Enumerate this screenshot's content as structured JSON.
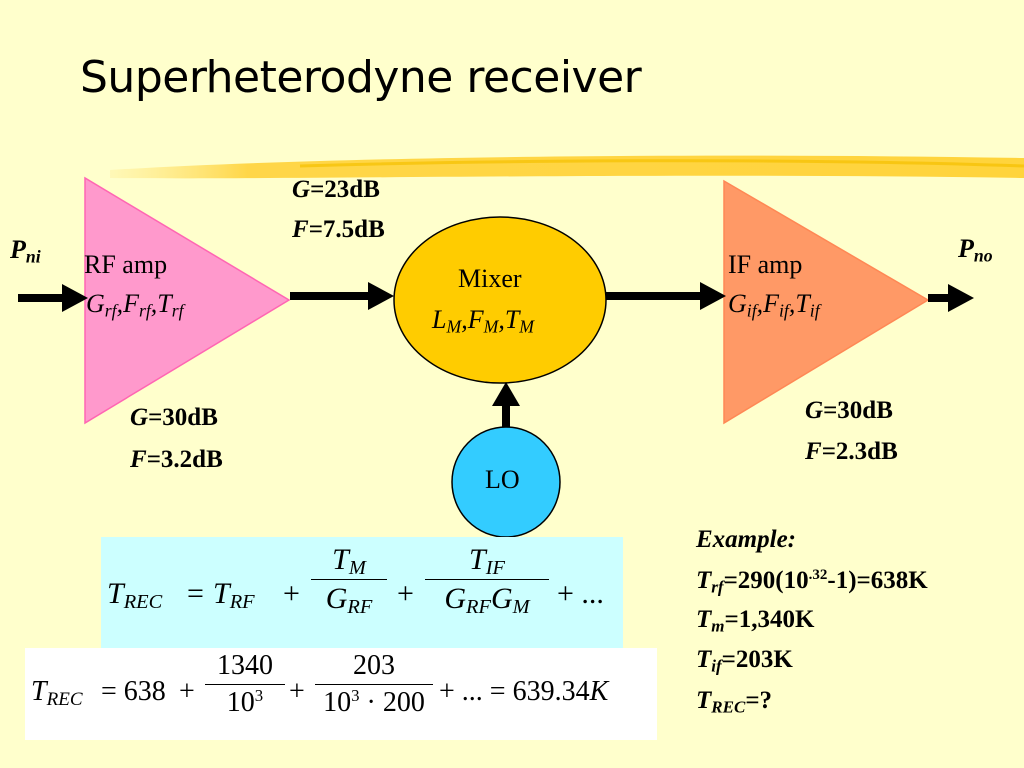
{
  "title": "Superheterodyne receiver",
  "input_label": {
    "main": "P",
    "sub": "ni"
  },
  "output_label": {
    "main": "P",
    "sub": "no"
  },
  "rf_amp": {
    "name": "RF amp",
    "params": {
      "g": "G",
      "g_sub": "rf",
      "f": "F",
      "f_sub": "rf",
      "t": "T",
      "t_sub": "rf"
    },
    "gain": {
      "sym": "G",
      "val": "=30dB"
    },
    "noise": {
      "sym": "F",
      "val": "=3.2dB"
    },
    "color": "#ff99cc"
  },
  "mixer": {
    "name": "Mixer",
    "params": {
      "l": "L",
      "l_sub": "M",
      "f": "F",
      "f_sub": "M",
      "t": "T",
      "t_sub": "M"
    },
    "gain": {
      "sym": "G",
      "val": "=23dB"
    },
    "noise": {
      "sym": "F",
      "val": "=7.5dB"
    },
    "color": "#ffcc00"
  },
  "if_amp": {
    "name": "IF amp",
    "params": {
      "g": "G",
      "g_sub": "if",
      "f": "F",
      "f_sub": "if",
      "t": "T",
      "t_sub": "if"
    },
    "gain": {
      "sym": "G",
      "val": "=30dB"
    },
    "noise": {
      "sym": "F",
      "val": "=2.3dB"
    },
    "color": "#ff9966"
  },
  "lo": {
    "name": "LO",
    "color": "#33ccff"
  },
  "formula1": {
    "lhs": "T",
    "lhs_sub": "REC",
    "eq": "=",
    "t_rf": "T",
    "t_rf_sub": "RF",
    "plus": "+",
    "frac1_num": "T",
    "frac1_num_sub": "M",
    "frac1_den": "G",
    "frac1_den_sub": "RF",
    "frac2_num": "T",
    "frac2_num_sub": "IF",
    "frac2_den1": "G",
    "frac2_den1_sub": "RF",
    "frac2_den2": "G",
    "frac2_den2_sub": "M",
    "tail": "+ ..."
  },
  "formula2": {
    "lhs": "T",
    "lhs_sub": "REC",
    "eq": "= 638",
    "plus": "+",
    "frac1_num": "1340",
    "frac1_den": "10",
    "frac1_den_sup": "3",
    "frac2_num": "203",
    "frac2_den": "10",
    "frac2_den_sup": "3",
    "frac2_den_tail": " · 200",
    "tail": "+ ... = 639.34",
    "unit": "K"
  },
  "example": {
    "heading": "Example:",
    "line1": {
      "sym": "T",
      "sub": "rf",
      "a": "=290(10",
      "sup": ".32",
      "b": "-1)=638K"
    },
    "line2": {
      "sym": "T",
      "sub": "m",
      "val": "=1,340K"
    },
    "line3": {
      "sym": "T",
      "sub": "if",
      "val": "=203K"
    },
    "line4": {
      "sym": "T",
      "sub": "REC",
      "val": "=?"
    }
  }
}
